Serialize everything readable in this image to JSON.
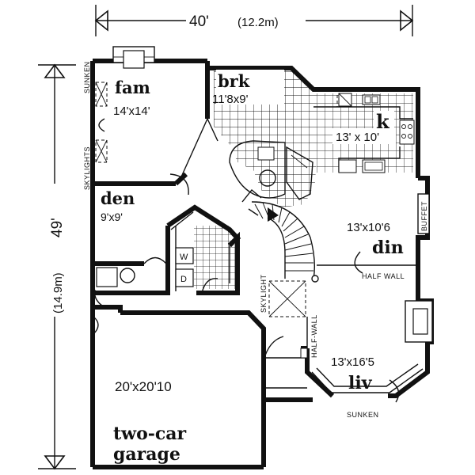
{
  "dimensions": {
    "width_main": "40'",
    "width_sub": "(12.2m)",
    "depth_main": "49'",
    "depth_sub": "(14.9m)"
  },
  "rooms": {
    "fam": {
      "name": "fam",
      "size": "14'x14'"
    },
    "brk": {
      "name": "brk",
      "size": "11'8x9'"
    },
    "k": {
      "name": "k",
      "size": "13' x 10'"
    },
    "den": {
      "name": "den",
      "size": "9'x9'"
    },
    "din": {
      "name": "din",
      "size": "13'x10'6"
    },
    "liv": {
      "name": "liv",
      "size": "13'x16'5"
    },
    "garage": {
      "name_line1": "two-car",
      "name_line2": "garage",
      "size": "20'x20'10"
    }
  },
  "notes": {
    "sunken_fam": "SUNKEN",
    "skylights": "SKYLIGHTS",
    "buffet": "BUFFET",
    "half_wall_din": "HALF WALL",
    "skylight_stair": "SKYLIGHT",
    "half_wall_entry": "HALF-WALL",
    "sunken_liv": "SUNKEN",
    "washer": "W",
    "dryer": "D"
  },
  "icons": [
    "arrow-left-icon",
    "arrow-right-icon",
    "arrow-up-icon",
    "arrow-down-icon",
    "skylight-icon",
    "fireplace-icon",
    "stair-icon"
  ],
  "colors": {
    "ink": "#111111",
    "paper": "#ffffff"
  }
}
